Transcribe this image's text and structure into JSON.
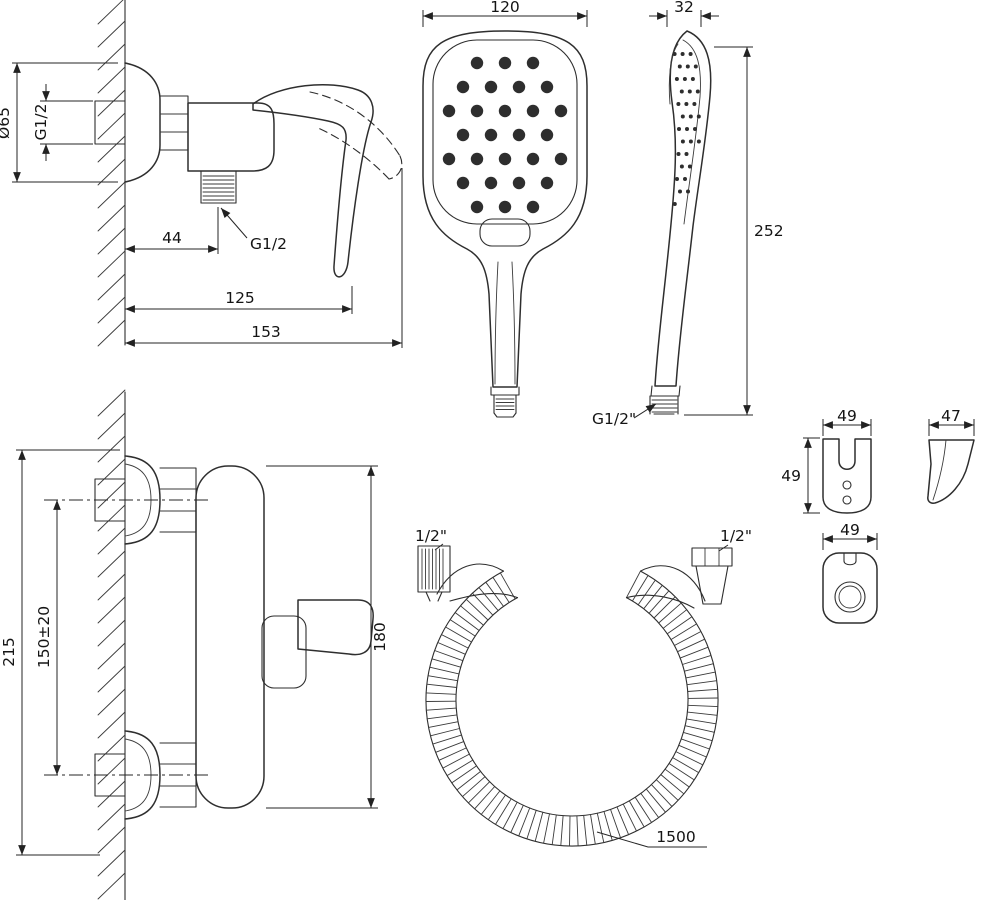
{
  "drawing": {
    "ink_color": "#2e2e2e",
    "mixer_side": {
      "diameter": "Ø65",
      "inlet_thread": "G1/2",
      "outlet_offset": "44",
      "outlet_thread": "G1/2",
      "handle_depth": "125",
      "total_depth": "153"
    },
    "handshower_front": {
      "width": "120"
    },
    "handshower_side": {
      "depth": "32",
      "length": "252",
      "thread": "G1/2\""
    },
    "holder_front": {
      "width": "49",
      "height": "49"
    },
    "holder_side": {
      "depth": "47"
    },
    "holder_bottom": {
      "width": "49"
    },
    "mixer_front": {
      "total_height": "215",
      "inlet_spacing": "150±20",
      "body_height": "180"
    },
    "hose": {
      "connector_left": "1/2\"",
      "connector_right": "1/2\"",
      "length": "1500"
    }
  }
}
